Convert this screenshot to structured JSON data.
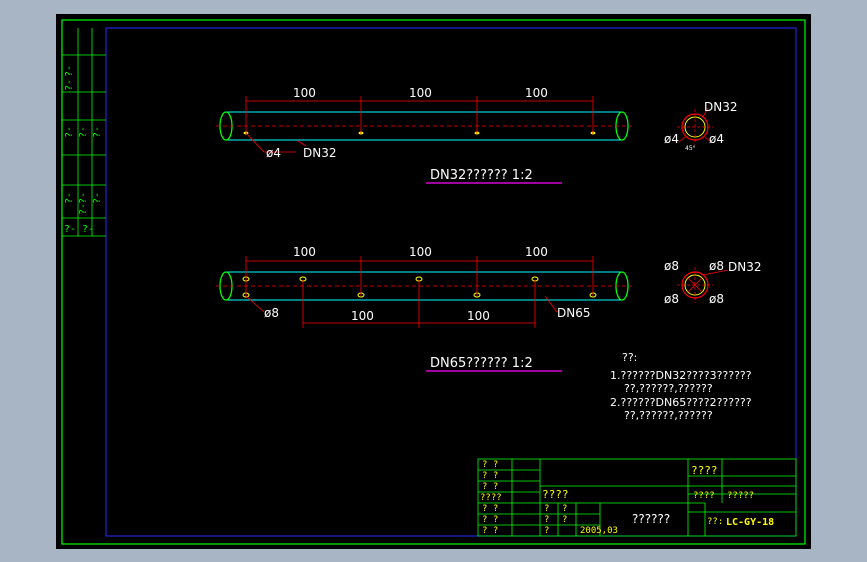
{
  "colors": {
    "background": "#a7b5c4",
    "paper": "#000000",
    "border_green": "#00ff00",
    "frame_blue": "#2a2aff",
    "pipe_cyan": "#00ffff",
    "dim_red": "#ff0000",
    "text_white": "#ffffff",
    "underline_magenta": "#ff00ff",
    "marker_yellow": "#ffff00"
  },
  "side_table": {
    "group1": [
      "?-",
      "?-"
    ],
    "group2": [
      "?-",
      "?-",
      "?-"
    ],
    "group3": [
      "?-",
      "?-",
      "?-",
      "?-",
      "?- ?-"
    ]
  },
  "view1": {
    "dims_top": [
      "100",
      "100",
      "100"
    ],
    "callout_phi": "ø4",
    "callout_dn": "DN32",
    "caption": "DN32?????? 1:2",
    "section": {
      "dn_label": "DN32",
      "phi_left": "ø4",
      "phi_right": "ø4",
      "angle_label": "45°"
    }
  },
  "view2": {
    "dims_top": [
      "100",
      "100",
      "100"
    ],
    "dims_bottom": [
      "100",
      "100"
    ],
    "callout_phi": "ø8",
    "callout_dn": "DN65",
    "caption": "DN65?????? 1:2",
    "section": {
      "dn_label": "DN32",
      "phi_tl": "ø8",
      "phi_tr": "ø8",
      "phi_bl": "ø8",
      "phi_br": "ø8"
    }
  },
  "notes": {
    "title": "??:",
    "lines": [
      "1.??????DN32????3??????",
      "??,??????,??????",
      "2.??????DN65????2??????",
      "??,??????,??????"
    ]
  },
  "title_block": {
    "left_cells": [
      "?  ?",
      "?  ?",
      "?  ?",
      "????",
      "?  ?",
      "?  ?",
      "?  ?"
    ],
    "mid_top": "????",
    "right_top": "????",
    "right_row2_a": "????",
    "right_row2_b": "?????",
    "drawing_title": "??????",
    "date": "2005,03",
    "code_prefix": "??:",
    "drawing_code": "LC-GY-18",
    "small_cells": [
      "?",
      "?",
      "?",
      "?",
      "?"
    ]
  }
}
